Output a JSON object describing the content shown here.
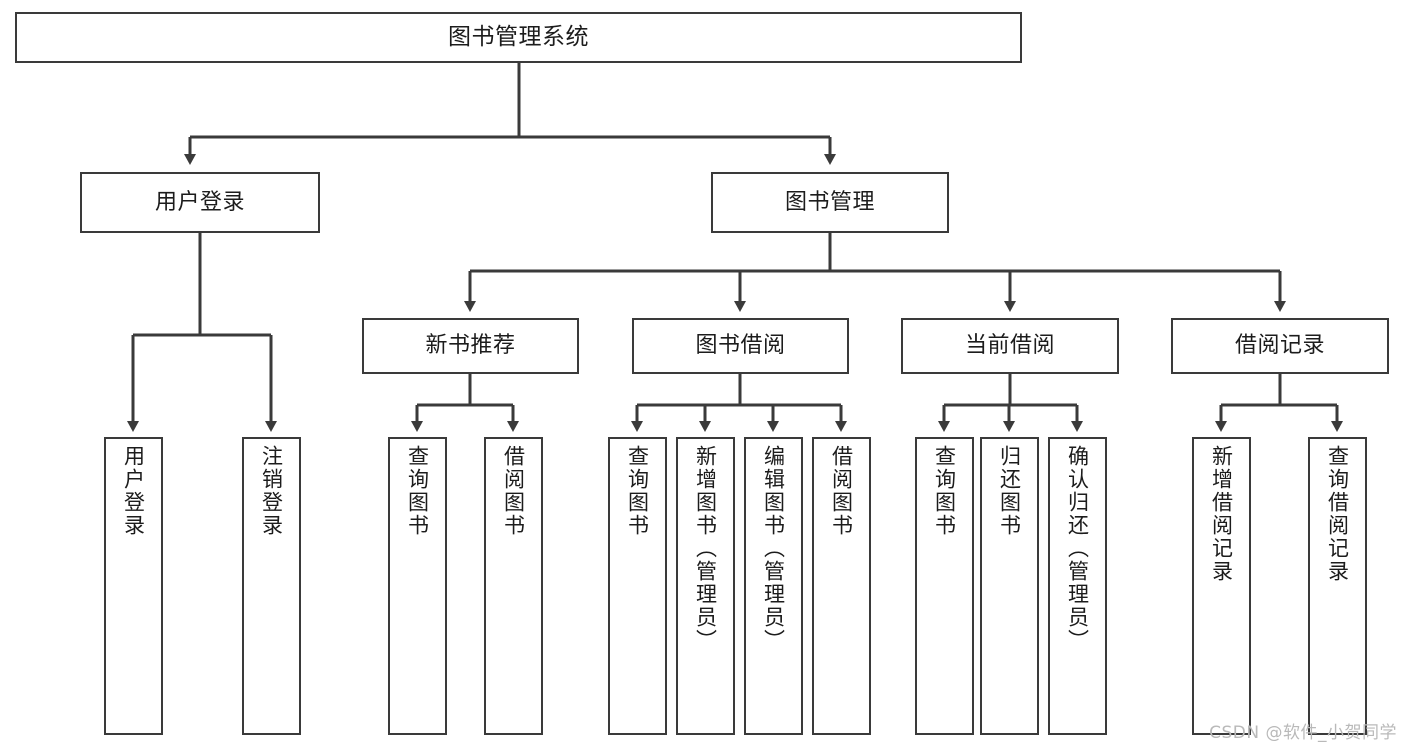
{
  "diagram": {
    "type": "tree",
    "title": "图书管理系统",
    "watermark": "CSDN @软件_小贺同学",
    "colors": {
      "stroke": "#3a3a3a",
      "fill": "#ffffff",
      "text": "#1c1c1c",
      "watermark": "#b9b9b9"
    },
    "nodes": {
      "root": {
        "label": "图书管理系统"
      },
      "level2": [
        {
          "label": "用户登录"
        },
        {
          "label": "图书管理"
        }
      ],
      "level3": [
        {
          "label": "新书推荐"
        },
        {
          "label": "图书借阅"
        },
        {
          "label": "当前借阅"
        },
        {
          "label": "借阅记录"
        }
      ],
      "leaves": {
        "user_login": [
          {
            "label": "用户登录"
          },
          {
            "label": "注销登录"
          }
        ],
        "new_book": [
          {
            "label": "查询图书"
          },
          {
            "label": "借阅图书"
          }
        ],
        "borrow_book": [
          {
            "label": "查询图书"
          },
          {
            "label": "新增图书（管理员）"
          },
          {
            "label": "编辑图书（管理员）"
          },
          {
            "label": "借阅图书"
          }
        ],
        "current_borrow": [
          {
            "label": "查询图书"
          },
          {
            "label": "归还图书"
          },
          {
            "label": "确认归还（管理员）"
          }
        ],
        "borrow_record": [
          {
            "label": "新增借阅记录"
          },
          {
            "label": "查询借阅记录"
          }
        ]
      }
    }
  }
}
